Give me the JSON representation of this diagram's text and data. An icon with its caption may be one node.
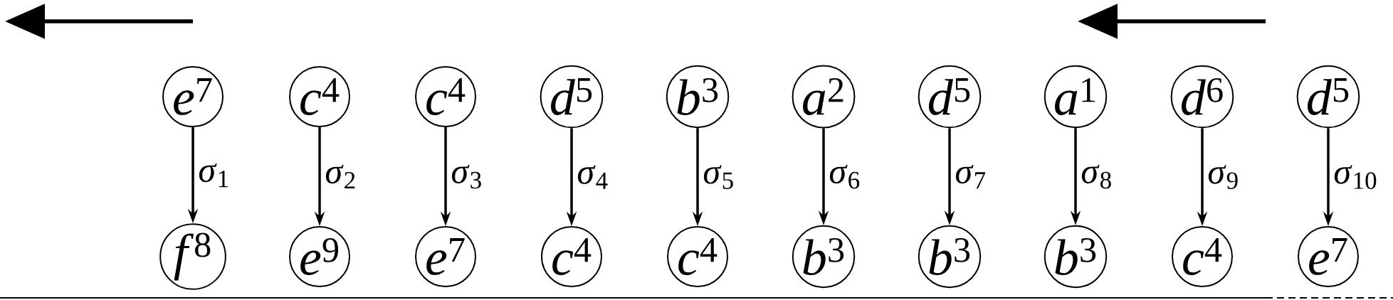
{
  "diagram": {
    "nodes": [
      {
        "text": [
          "*e*$^{7}$"
        ]
      },
      {
        "text": [
          "*c*$^{4}$"
        ]
      },
      {
        "text": [
          "*c*$^{4}$"
        ]
      },
      {
        "text": [
          "*d*$^{5}$"
        ]
      },
      {
        "text": [
          "*b*$^{3}$"
        ]
      },
      {
        "text": [
          "*a*$^{2}$"
        ]
      },
      {
        "text": [
          "*d*$^{5}$"
        ]
      },
      {
        "text": [
          "*a*$^{1}$"
        ]
      },
      {
        "text": [
          "*d*$^{6}$"
        ]
      },
      {
        "text": [
          "*d*$^{5}$"
        ]
      },
      {
        "text": [
          "*f*$^{8}$"
        ]
      },
      {
        "text": [
          "*e*$^{9}$"
        ]
      },
      {
        "text": [
          "*e*$^{7}$"
        ]
      },
      {
        "text": [
          "*c*$^{4}$"
        ]
      },
      {
        "text": [
          "*c*$^{4}$"
        ]
      },
      {
        "text": [
          "*b*$^{3}$"
        ]
      },
      {
        "text": [
          "*b*$^{3}$"
        ]
      },
      {
        "text": [
          "*b*$^{3}$"
        ]
      },
      {
        "text": [
          "*c*$^{4}$"
        ]
      },
      {
        "text": [
          "*e*$^{7}$"
        ]
      }
    ],
    "edges": [
      {
        "from": 0,
        "to": 10,
        "arrow": "to",
        "label": "*σ*$_{1}$"
      },
      {
        "from": 1,
        "to": 11,
        "arrow": "to",
        "label": "*σ*$_{2}$"
      },
      {
        "from": 2,
        "to": 12,
        "arrow": "to",
        "label": "*σ*$_{3}$"
      },
      {
        "from": 3,
        "to": 13,
        "arrow": "to",
        "label": "*σ*$_{4}$"
      },
      {
        "from": 4,
        "to": 14,
        "arrow": "to",
        "label": "*σ*$_{5}$"
      },
      {
        "from": 5,
        "to": 15,
        "arrow": "to",
        "label": "*σ*$_{6}$"
      },
      {
        "from": 6,
        "to": 16,
        "arrow": "to",
        "label": "*σ*$_{7}$"
      },
      {
        "from": 7,
        "to": 17,
        "arrow": "to",
        "label": "*σ*$_{8}$"
      },
      {
        "from": 8,
        "to": 18,
        "arrow": "to",
        "label": "*σ*$_{9}$"
      },
      {
        "from": 9,
        "to": 19,
        "arrow": "to",
        "label": "*σ*$_{10}$"
      }
    ]
  }
}
